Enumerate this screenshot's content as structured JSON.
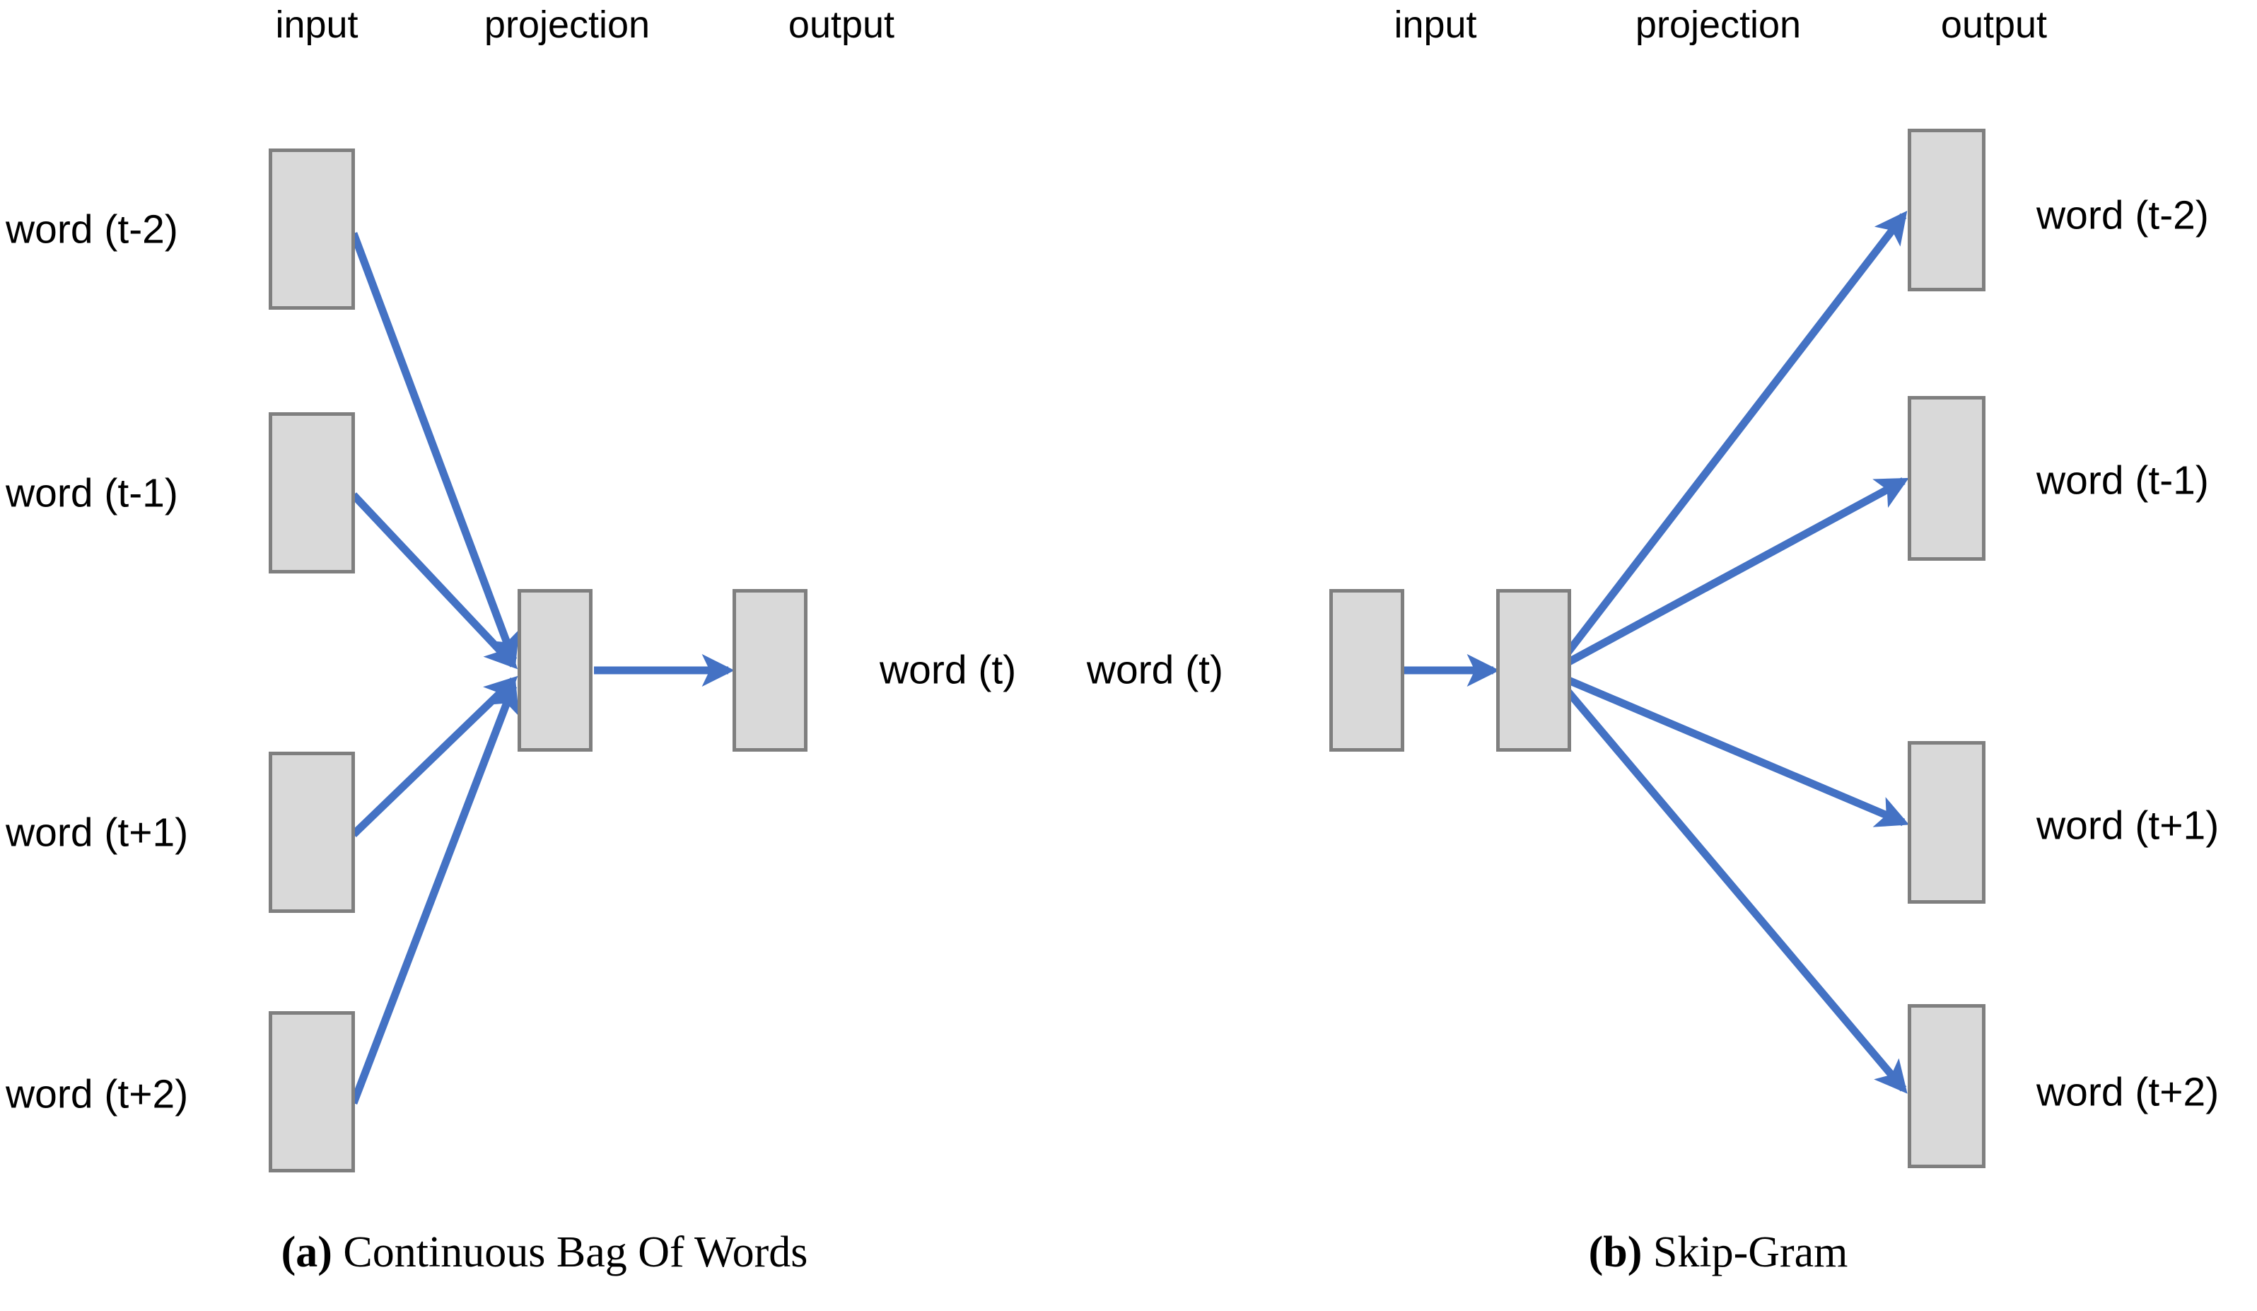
{
  "figure": {
    "background_color": "#FFFFFF",
    "box_fill_color": "#D9D9D9",
    "box_border_color": "#7F7F7F",
    "arrow_color": "#4472C4",
    "text_color": "#000000"
  },
  "panels": [
    {
      "id": "cbow",
      "caption_tag": "(a)",
      "caption_text": " Continuous Bag Of Words",
      "column_headers": [
        {
          "label": "input"
        },
        {
          "label": "projection"
        },
        {
          "label": "output"
        }
      ],
      "input_labels": [
        {
          "label": "word (t-2)"
        },
        {
          "label": "word (t-1)"
        },
        {
          "label": "word (t+1)"
        },
        {
          "label": "word (t+2)"
        }
      ],
      "output_labels": [
        {
          "label": "word (t)"
        }
      ]
    },
    {
      "id": "skipgram",
      "caption_tag": "(b)",
      "caption_text": " Skip-Gram",
      "column_headers": [
        {
          "label": "input"
        },
        {
          "label": "projection"
        },
        {
          "label": "output"
        }
      ],
      "input_labels": [
        {
          "label": "word (t)"
        }
      ],
      "output_labels": [
        {
          "label": "word (t-2)"
        },
        {
          "label": "word (t-1)"
        },
        {
          "label": "word (t+1)"
        },
        {
          "label": "word (t+2)"
        }
      ]
    }
  ]
}
